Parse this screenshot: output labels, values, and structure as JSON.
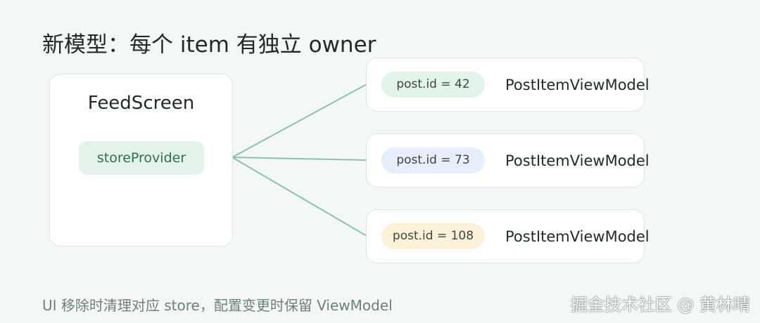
{
  "title": "新模型：每个 item 有独立 owner",
  "owner": {
    "title": "FeedScreen",
    "pill_label": "storeProvider"
  },
  "items": [
    {
      "pill_label": "post.id = 42",
      "name": "PostItemViewModel",
      "pill_color": "#e2f3ea"
    },
    {
      "pill_label": "post.id = 73",
      "name": "PostItemViewModel",
      "pill_color": "#e6eefc"
    },
    {
      "pill_label": "post.id = 108",
      "name": "PostItemViewModel",
      "pill_color": "#fdf1d9"
    }
  ],
  "footer_note": "UI 移除时清理对应 store，配置变更时保留 ViewModel",
  "watermark": "掘金技术社区 @ 黄林晴",
  "colors": {
    "background": "#f3f8f6",
    "connector": "#8cc3a6",
    "owner_pill_bg": "#e3f3ea",
    "owner_pill_text": "#2f6f4f"
  }
}
